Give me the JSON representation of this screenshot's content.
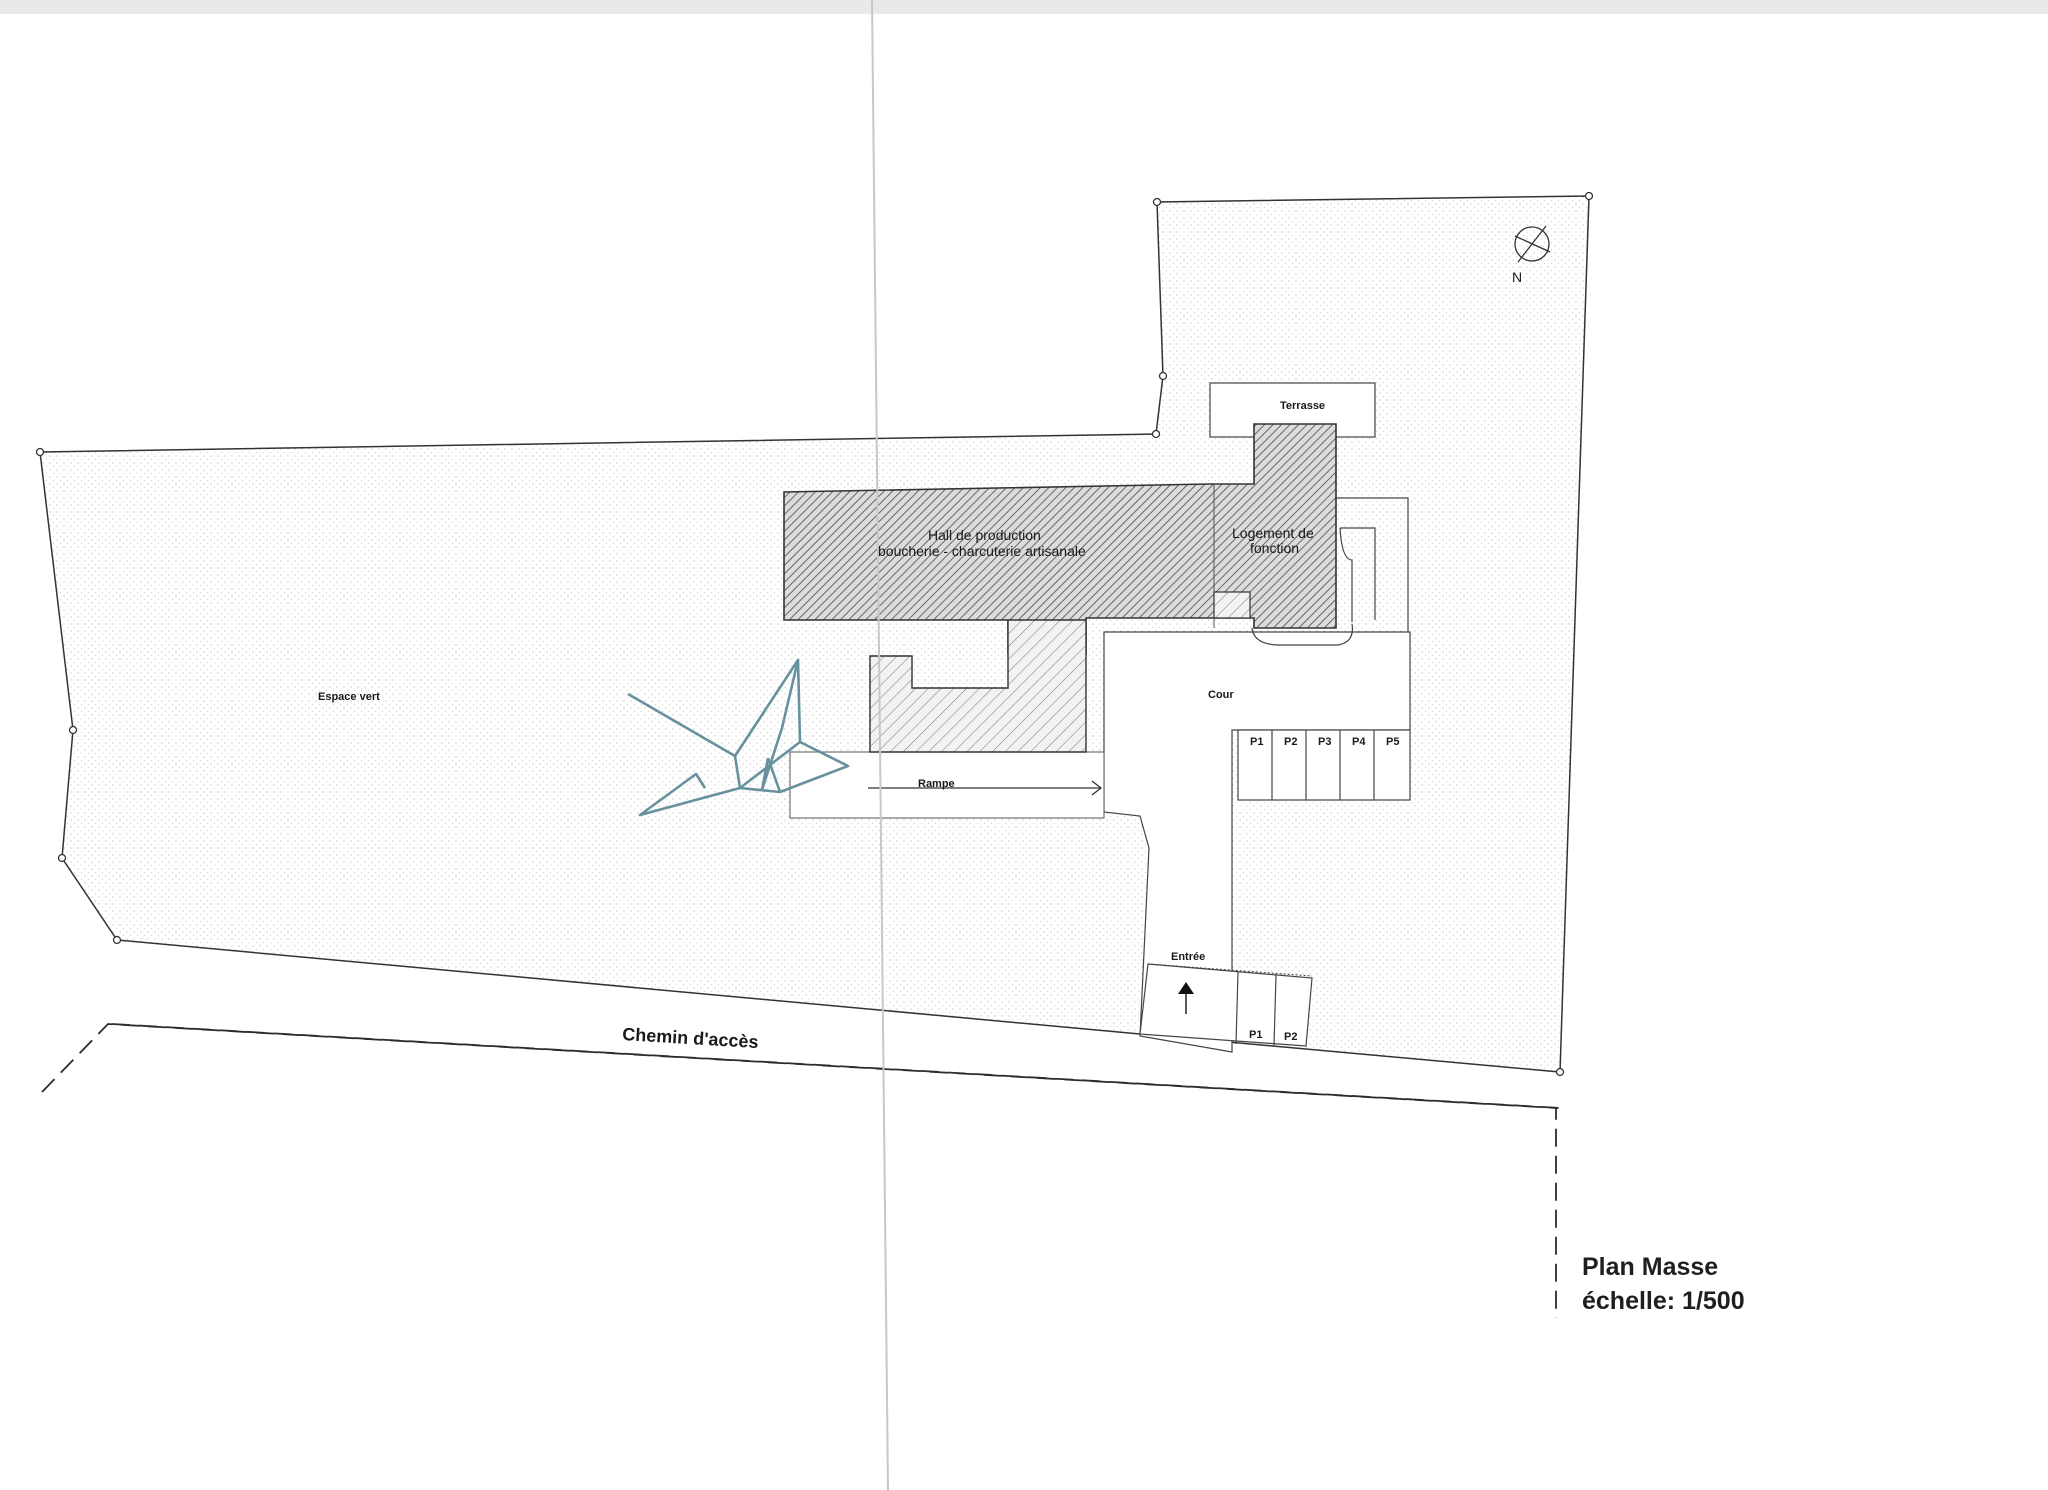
{
  "labels": {
    "terrasse": "Terrasse",
    "hall_line1": "Hall de production",
    "hall_line2": "boucherie - charcuterie artisanale",
    "logement_line1": "Logement de",
    "logement_line2": "fonction",
    "espace_vert": "Espace vert",
    "cour": "Cour",
    "rampe": "Rampe",
    "entree": "Entrée",
    "chemin": "Chemin d'accès",
    "north": "N"
  },
  "parking_cour": [
    "P1",
    "P2",
    "P3",
    "P4",
    "P5"
  ],
  "parking_entree": [
    "P1",
    "P2"
  ],
  "title": {
    "name": "Plan Masse",
    "scale": "échelle: 1/500"
  },
  "colors": {
    "line": "#333333",
    "hatch": "#444444",
    "watermark": "#5f8d98"
  }
}
